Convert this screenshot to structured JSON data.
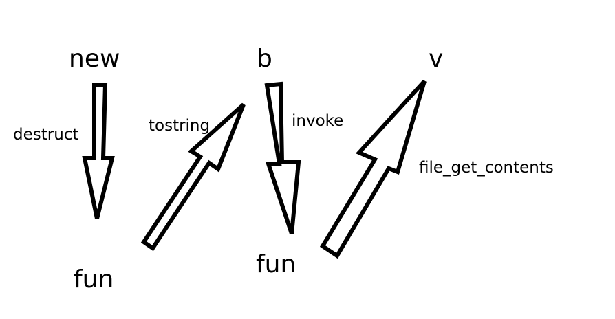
{
  "nodes": {
    "new": "new",
    "b": "b",
    "v": "v",
    "fun_left": "fun",
    "fun_right": "fun"
  },
  "edges": {
    "destruct": "destruct",
    "tostring": "tostring",
    "invoke": "invoke",
    "file_get_contents": "file_get_contents"
  },
  "colors": {
    "stroke": "#000000",
    "fill": "#ffffff"
  }
}
